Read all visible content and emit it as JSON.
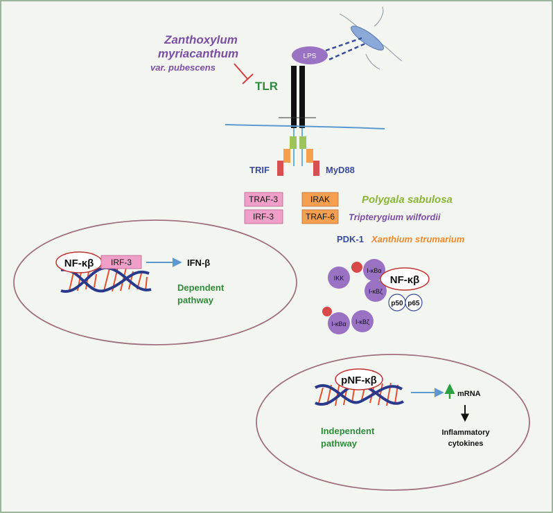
{
  "plants": {
    "zanthoxylum_line1": "Zanthoxylum",
    "zanthoxylum_line2": "myriacanthum",
    "zanthoxylum_line3": "var. pubescens",
    "polygala": "Polygala sabulosa",
    "tripterygium": "Tripterygium wilfordii",
    "xanthium": "Xanthium strumarium"
  },
  "receptor": {
    "tlr": "TLR",
    "lps": "LPS",
    "trif": "TRIF",
    "myd88": "MyD88"
  },
  "adaptors": {
    "traf3": "TRAF-3",
    "irf3": "IRF-3",
    "irak": "IRAK",
    "traf6": "TRAF-6",
    "pdk1": "PDK-1"
  },
  "complex": {
    "ikk": "IKK",
    "ikba": "I-κBα",
    "ikbz": "I-κBζ",
    "nfkb": "NF-κβ",
    "p50": "p50",
    "p65": "p65",
    "free_ikba": "I-κBα",
    "free_ikbz": "I-κBζ"
  },
  "dependent": {
    "nfkb": "NF-κβ",
    "irf3": "IRF-3",
    "product": "IFN-β",
    "label_line1": "Dependent",
    "label_line2": "pathway"
  },
  "independent": {
    "nfkb": "pNF-κβ",
    "mrna": "mRNA",
    "output_line1": "Inflammatory",
    "output_line2": "cytokines",
    "label_line1": "Independent",
    "label_line2": "pathway"
  },
  "colors": {
    "purple_text": "#7a4fa0",
    "green_text": "#2f8a3a",
    "olive_text": "#8ab43a",
    "orange_text": "#f0882a",
    "navy_text": "#3a4a9a",
    "pink_box": "#f0a0c8",
    "orange_box": "#f5a050",
    "ellipse_border": "#a07080",
    "nfkb_border": "#c03030",
    "arrow_blue": "#5a9ad0"
  }
}
